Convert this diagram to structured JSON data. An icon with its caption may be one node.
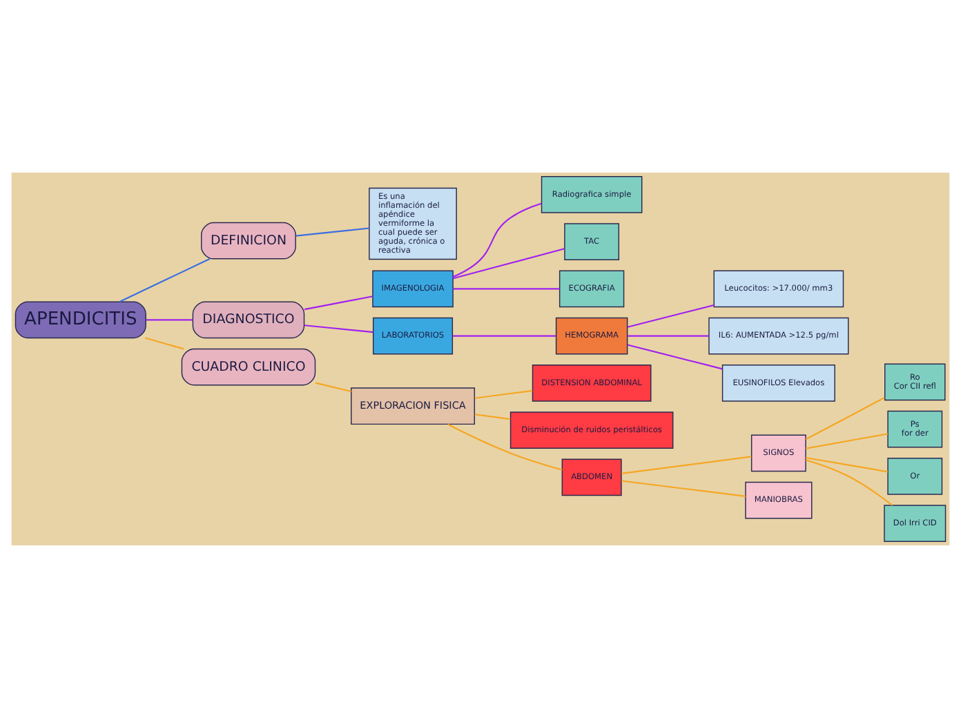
{
  "diagram": {
    "nodes": [
      {
        "text": [
          "APENDICITIS"
        ]
      },
      {
        "text": [
          "DEFINICION"
        ]
      },
      {
        "text": [
          "Es una inflamación del apéndice vermiforme la cual puede ser aguda, crónica o reactiva"
        ]
      },
      {
        "text": [
          "DIAGNOSTICO"
        ]
      },
      {
        "text": [
          "IMAGENOLOGIA"
        ]
      },
      {
        "text": [
          "Radiografica simple"
        ]
      },
      {
        "text": [
          "TAC"
        ]
      },
      {
        "text": [
          "ECOGRAFIA"
        ]
      },
      {
        "text": [
          "LABORATORIOS"
        ]
      },
      {
        "text": [
          "HEMOGRAMA"
        ]
      },
      {
        "text": [
          "Leucocitos: >17.000/ mm3"
        ]
      },
      {
        "text": [
          "IL6: AUMENTADA >12.5 pg/ml"
        ]
      },
      {
        "text": [
          "EUSINOFILOS Elevados"
        ]
      },
      {
        "text": [
          "CUADRO CLINICO"
        ]
      },
      {
        "text": [
          "EXPLORACION FISICA"
        ]
      },
      {
        "text": [
          "DISTENSION ABDOMINAL"
        ]
      },
      {
        "text": [
          "Disminución de ruidos peristálticos"
        ]
      },
      {
        "text": [
          "ABDOMEN"
        ]
      },
      {
        "text": [
          "SIGNOS"
        ]
      },
      {
        "text": [
          "Ro",
          "Cor CII refl"
        ]
      },
      {
        "text": [
          "Ps",
          "for der"
        ]
      },
      {
        "text": [
          "Or"
        ]
      },
      {
        "text": [
          "Dol Irri CID"
        ]
      },
      {
        "text": [
          "MANIOBRAS"
        ]
      }
    ],
    "edges": [
      {
        "from": 0,
        "to": 1,
        "arrow": "none",
        "color": "#3b6fe0"
      },
      {
        "from": 1,
        "to": 2,
        "arrow": "none",
        "color": "#3b6fe0"
      },
      {
        "from": 0,
        "to": 3,
        "arrow": "none",
        "color": "#a020f0"
      },
      {
        "from": 3,
        "to": 4,
        "arrow": "none",
        "color": "#a020f0"
      },
      {
        "from": 4,
        "to": 5,
        "arrow": "none",
        "color": "#a020f0"
      },
      {
        "from": 4,
        "to": 6,
        "arrow": "none",
        "color": "#a020f0"
      },
      {
        "from": 4,
        "to": 7,
        "arrow": "none",
        "color": "#a020f0"
      },
      {
        "from": 3,
        "to": 8,
        "arrow": "none",
        "color": "#a020f0"
      },
      {
        "from": 8,
        "to": 9,
        "arrow": "none",
        "color": "#a020f0"
      },
      {
        "from": 9,
        "to": 10,
        "arrow": "none",
        "color": "#a020f0"
      },
      {
        "from": 9,
        "to": 11,
        "arrow": "none",
        "color": "#a020f0"
      },
      {
        "from": 9,
        "to": 12,
        "arrow": "none",
        "color": "#a020f0"
      },
      {
        "from": 0,
        "to": 13,
        "arrow": "none"
      },
      {
        "from": 13,
        "to": 14,
        "arrow": "none"
      },
      {
        "from": 14,
        "to": 15,
        "arrow": "none"
      },
      {
        "from": 14,
        "to": 16,
        "arrow": "none"
      },
      {
        "from": 14,
        "to": 17,
        "arrow": "none"
      },
      {
        "from": 17,
        "to": 18,
        "arrow": "none"
      },
      {
        "from": 18,
        "to": 19,
        "arrow": "none"
      },
      {
        "from": 18,
        "to": 20,
        "arrow": "none"
      },
      {
        "from": 18,
        "to": 21,
        "arrow": "none"
      },
      {
        "from": 18,
        "to": 22,
        "arrow": "none"
      },
      {
        "from": 17,
        "to": 23,
        "arrow": "none"
      }
    ]
  }
}
